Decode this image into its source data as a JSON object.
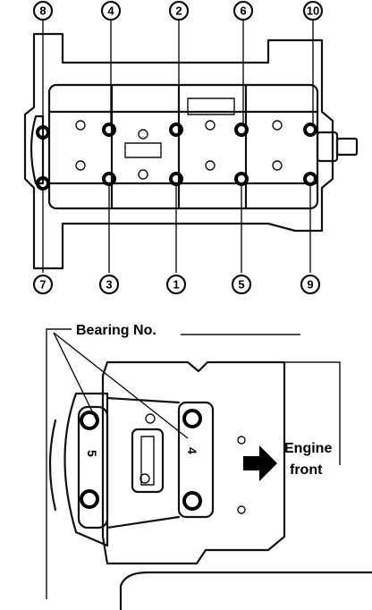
{
  "top_diagram": {
    "bolt_labels_top": [
      "8",
      "4",
      "2",
      "6",
      "10"
    ],
    "bolt_labels_bottom": [
      "7",
      "3",
      "1",
      "5",
      "9"
    ]
  },
  "bottom_diagram": {
    "bearing_label": "Bearing No.",
    "cap_labels": [
      "5",
      "4"
    ],
    "engine_front_line1": "Engine",
    "engine_front_line2": "front"
  }
}
